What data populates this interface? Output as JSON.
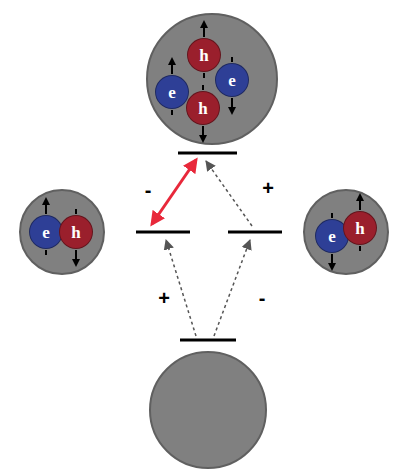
{
  "diagram": {
    "nodes": [
      {
        "text": [
          "h"
        ]
      },
      {
        "text": [
          "e"
        ]
      },
      {
        "text": [
          "e"
        ]
      },
      {
        "text": [
          "h"
        ]
      },
      {
        "text": [
          "e"
        ]
      },
      {
        "text": [
          "h"
        ]
      },
      {
        "text": [
          "e"
        ]
      },
      {
        "text": [
          "h"
        ]
      }
    ],
    "labels": [
      "-",
      "+",
      "+",
      "-"
    ]
  }
}
